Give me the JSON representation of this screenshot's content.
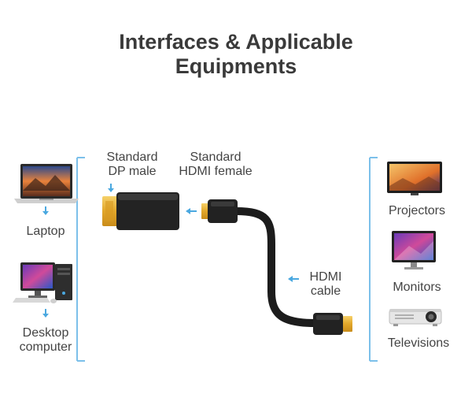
{
  "title_line1": "Interfaces & Applicable",
  "title_line2": "Equipments",
  "left_devices": {
    "laptop": "Laptop",
    "desktop_line1": "Desktop",
    "desktop_line2": "computer"
  },
  "connectors": {
    "dp_line1": "Standard",
    "dp_line2": "DP male",
    "hdmi_f_line1": "Standard",
    "hdmi_f_line2": "HDMI female",
    "cable_line1": "HDMI",
    "cable_line2": "cable"
  },
  "right_devices": {
    "projectors": "Projectors",
    "monitors": "Monitors",
    "televisions": "Televisions"
  },
  "colors": {
    "accent_blue": "#4aa8e0",
    "connector_gold": "#e9b233",
    "cable_black": "#1c1c1c"
  }
}
